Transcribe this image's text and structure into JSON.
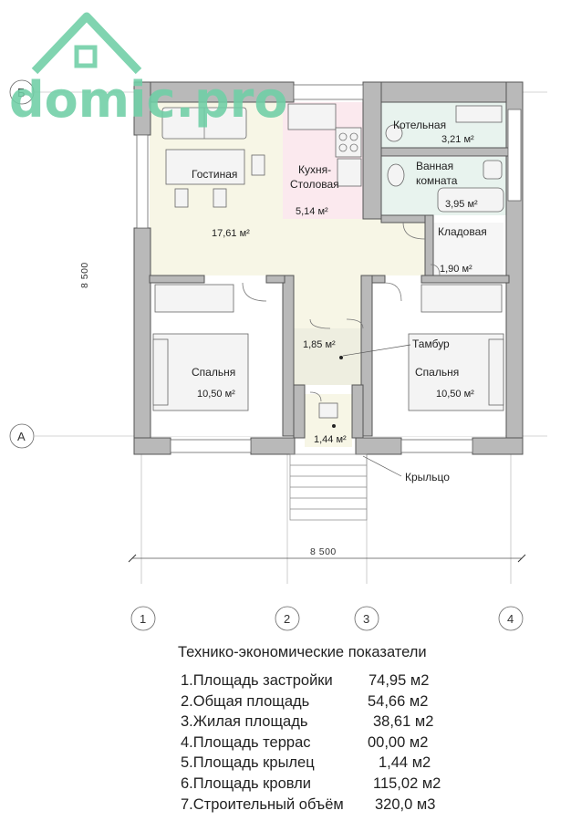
{
  "logo": {
    "text": "domic.pro"
  },
  "axes": {
    "row_b": "Б",
    "row_a": "А",
    "col_1": "1",
    "col_2": "2",
    "col_3": "3",
    "col_4": "4"
  },
  "dimensions": {
    "width": "8 500",
    "height": "8 500"
  },
  "rooms": {
    "living": {
      "name": "Гостиная",
      "area": "17,61 м²"
    },
    "kitchen": {
      "name_line1": "Кухня-",
      "name_line2": "Столовая",
      "area": "5,14 м²"
    },
    "boiler": {
      "name": "Котельная",
      "area": "3,21 м²"
    },
    "bath": {
      "name_line1": "Ванная",
      "name_line2": "комната",
      "area": "3,95 м²"
    },
    "storage": {
      "name": "Кладовая",
      "area": "1,90 м²"
    },
    "hall": {
      "area": "1,85 м²"
    },
    "vestibule": {
      "name": "Тамбур"
    },
    "bed_left": {
      "name": "Спальня",
      "area": "10,50 м²"
    },
    "bed_right": {
      "name": "Спальня",
      "area": "10,50 м²"
    },
    "porch": {
      "area": "1,44 м²",
      "name": "Крыльцо"
    }
  },
  "indicators": {
    "title": "Технико-экономические показатели",
    "rows": [
      {
        "label": "1.Площадь застройки",
        "value": "74,95 м2"
      },
      {
        "label": "2.Общая площадь",
        "value": "54,66 м2"
      },
      {
        "label": "3.Жилая площадь",
        "value": "38,61 м2"
      },
      {
        "label": "4.Площадь террас",
        "value": "00,00 м2"
      },
      {
        "label": "5.Площадь крылец",
        "value": "1,44 м2"
      },
      {
        "label": "6.Площадь кровли",
        "value": "115,02 м2"
      },
      {
        "label": "7.Строительный объём",
        "value": "320,0 м3"
      }
    ]
  },
  "colors": {
    "logo": "#6fcfa6",
    "logo_dark": "#2d3e4a",
    "living_fill": "#f7f6e6",
    "kitchen_fill": "#fbe9ee",
    "bath_fill": "#e8f3ee",
    "wall": "#b9b9b9"
  }
}
